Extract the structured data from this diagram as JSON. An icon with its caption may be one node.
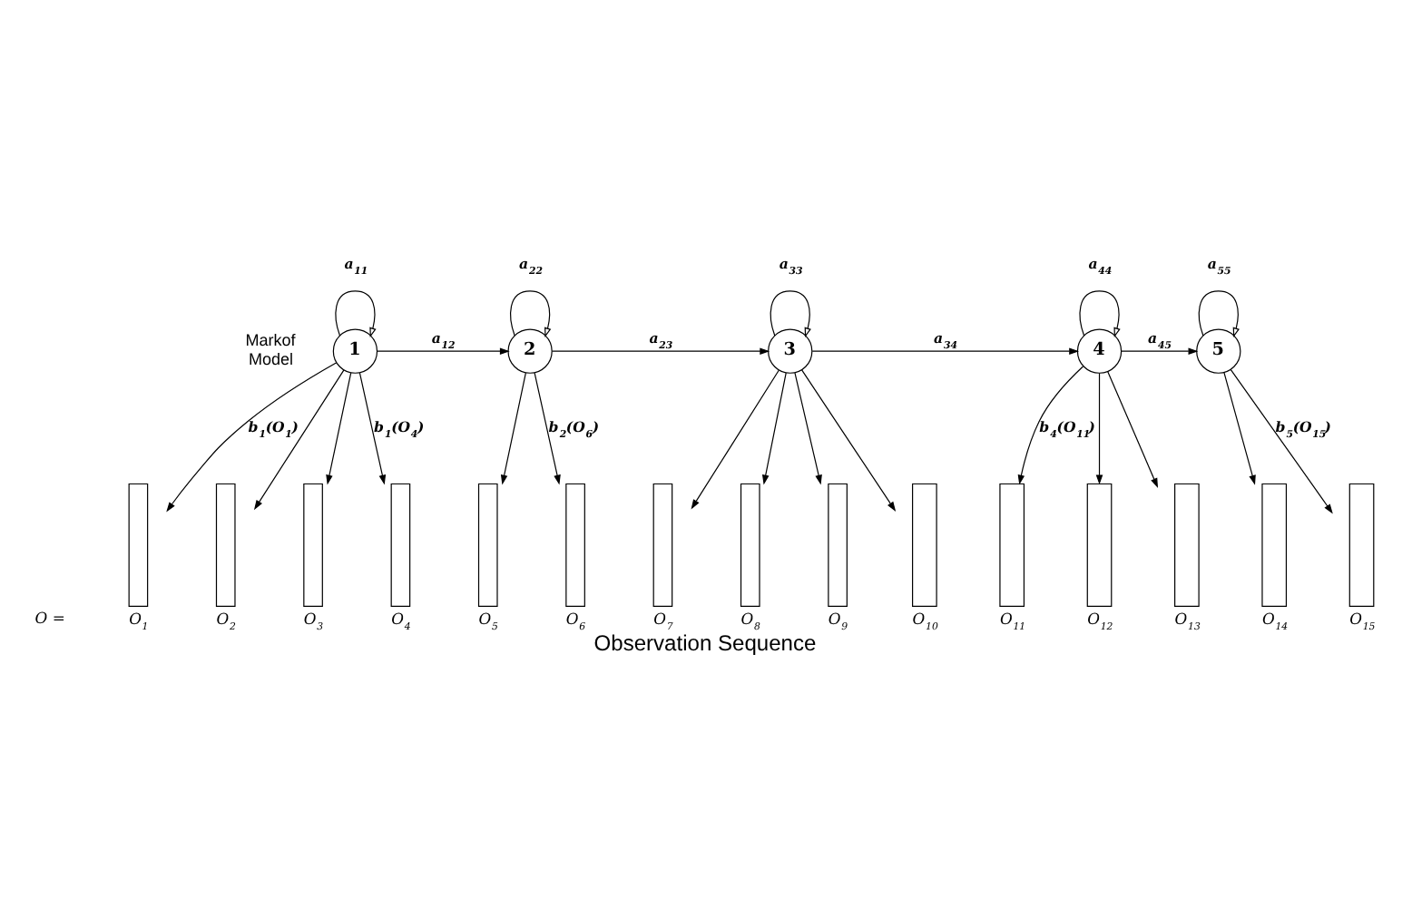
{
  "diagram": {
    "caption": "Observation Sequence",
    "nodes": [
      {
        "text": [
          "1"
        ]
      },
      {
        "text": [
          "2"
        ]
      },
      {
        "text": [
          "3"
        ]
      },
      {
        "text": [
          "4"
        ]
      },
      {
        "text": [
          "5"
        ]
      },
      {
        "text": [],
        "shape": "bar",
        "beside": [
          "O$_{1}$"
        ]
      },
      {
        "text": [],
        "shape": "bar",
        "beside": [
          "O$_{2}$"
        ]
      },
      {
        "text": [],
        "shape": "bar",
        "beside": [
          "O$_{3}$"
        ]
      },
      {
        "text": [],
        "shape": "bar",
        "beside": [
          "O$_{4}$"
        ]
      },
      {
        "text": [],
        "shape": "bar",
        "beside": [
          "O$_{5}$"
        ]
      },
      {
        "text": [],
        "shape": "bar",
        "beside": [
          "O$_{6}$"
        ]
      },
      {
        "text": [],
        "shape": "bar",
        "beside": [
          "O$_{7}$"
        ]
      },
      {
        "text": [],
        "shape": "bar",
        "beside": [
          "O$_{8}$"
        ]
      },
      {
        "text": [],
        "shape": "bar",
        "beside": [
          "O$_{9}$"
        ]
      },
      {
        "text": [],
        "shape": "bar",
        "beside": [
          "O$_{10}$"
        ]
      },
      {
        "text": [],
        "shape": "bar",
        "beside": [
          "O$_{11}$"
        ]
      },
      {
        "text": [],
        "shape": "bar",
        "beside": [
          "O$_{12}$"
        ]
      },
      {
        "text": [],
        "shape": "bar",
        "beside": [
          "O$_{13}$"
        ]
      },
      {
        "text": [],
        "shape": "bar",
        "beside": [
          "O$_{14}$"
        ]
      },
      {
        "text": [],
        "shape": "bar",
        "beside": [
          "O$_{15}$"
        ]
      }
    ],
    "edges": [
      {
        "from": 0,
        "to": 0,
        "arrow": "to",
        "label": "a$_{11}$"
      },
      {
        "from": 1,
        "to": 1,
        "arrow": "to",
        "label": "a$_{22}$"
      },
      {
        "from": 2,
        "to": 2,
        "arrow": "to",
        "label": "a$_{33}$"
      },
      {
        "from": 3,
        "to": 3,
        "arrow": "to",
        "label": "a$_{44}$"
      },
      {
        "from": 4,
        "to": 4,
        "arrow": "to",
        "label": "a$_{55}$"
      },
      {
        "from": 0,
        "to": 1,
        "arrow": "to",
        "label": "a$_{12}$"
      },
      {
        "from": 1,
        "to": 2,
        "arrow": "to",
        "label": "a$_{23}$"
      },
      {
        "from": 2,
        "to": 3,
        "arrow": "to",
        "label": "a$_{34}$"
      },
      {
        "from": 3,
        "to": 4,
        "arrow": "to",
        "label": "a$_{45}$"
      },
      {
        "from": 0,
        "to": 5,
        "arrow": "to",
        "label": "b$_{1}$(O$_{1}$)"
      },
      {
        "from": 0,
        "to": 6,
        "arrow": "to"
      },
      {
        "from": 0,
        "to": 7,
        "arrow": "to"
      },
      {
        "from": 0,
        "to": 8,
        "arrow": "to",
        "label": "b$_{1}$(O$_{4}$)"
      },
      {
        "from": 1,
        "to": 9,
        "arrow": "to"
      },
      {
        "from": 1,
        "to": 10,
        "arrow": "to",
        "label": "b$_{2}$(O$_{6}$)"
      },
      {
        "from": 2,
        "to": 11,
        "arrow": "to"
      },
      {
        "from": 2,
        "to": 12,
        "arrow": "to"
      },
      {
        "from": 2,
        "to": 13,
        "arrow": "to"
      },
      {
        "from": 2,
        "to": 14,
        "arrow": "to"
      },
      {
        "from": 3,
        "to": 15,
        "arrow": "to",
        "label": "b$_{4}$(O$_{11}$)"
      },
      {
        "from": 3,
        "to": 16,
        "arrow": "to"
      },
      {
        "from": 3,
        "to": 17,
        "arrow": "to"
      },
      {
        "from": 4,
        "to": 18,
        "arrow": "to"
      },
      {
        "from": 4,
        "to": 19,
        "arrow": "to",
        "label": "b$_{5}$(O$_{15}$)"
      }
    ],
    "labels": [
      "Markof Model",
      "O ="
    ]
  }
}
